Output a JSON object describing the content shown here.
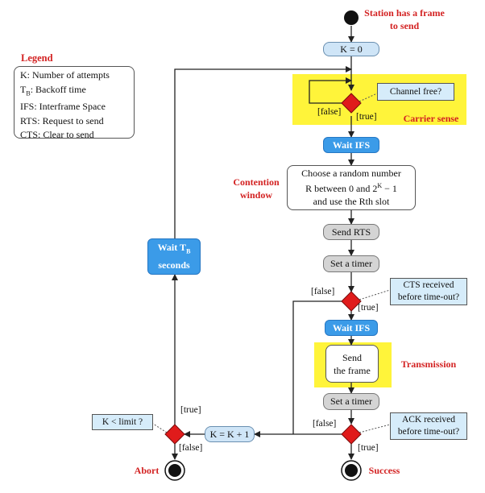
{
  "legend": {
    "title": "Legend",
    "items": [
      {
        "text": "K: Number of attempts"
      },
      {
        "prefix": "T",
        "sub": "B",
        "text": ": Backoff time"
      },
      {
        "text": "IFS: Interframe Space"
      },
      {
        "text": "RTS: Request to send"
      },
      {
        "text": "CTS: Clear to send"
      }
    ]
  },
  "start_label": "Station has a frame to send",
  "nodes": {
    "k0": "K = 0",
    "wait_ifs1": "Wait IFS",
    "choose_1": "Choose a random number",
    "choose_2a": "R between 0 and 2",
    "choose_2sup": "K",
    "choose_2b": " − 1",
    "choose_3": "and use the Rth slot",
    "send_rts": "Send RTS",
    "set_timer1": "Set a timer",
    "wait_ifs2": "Wait IFS",
    "send_frame_1": "Send",
    "send_frame_2": "the frame",
    "set_timer2": "Set a timer",
    "k_inc": "K = K + 1",
    "wait_tb_1a": "Wait T",
    "wait_tb_sub": "B",
    "wait_tb_2": "seconds"
  },
  "notes": {
    "channel_free": "Channel free?",
    "cts_1": "CTS received",
    "cts_2": "before time-out?",
    "ack_1": "ACK received",
    "ack_2": "before time-out?",
    "k_limit": "K < limit ?"
  },
  "region_labels": {
    "carrier_sense": "Carrier sense",
    "contention_1": "Contention",
    "contention_2": "window",
    "transmission": "Transmission",
    "abort": "Abort",
    "success": "Success"
  },
  "branch_labels": {
    "cs_false": "[false]",
    "cs_true": "[true]",
    "cts_false": "[false]",
    "cts_true": "[true]",
    "ack_false": "[false]",
    "ack_true": "[true]",
    "lim_true": "[true]",
    "lim_false": "[false]"
  },
  "colors": {
    "accent_red": "#d32222",
    "highlight_yellow": "#fff43a",
    "action_blue": "#3b9be8",
    "state_light_blue": "#cfe5f7",
    "state_gray": "#d4d4d4",
    "decision_red": "#e01b1b"
  }
}
